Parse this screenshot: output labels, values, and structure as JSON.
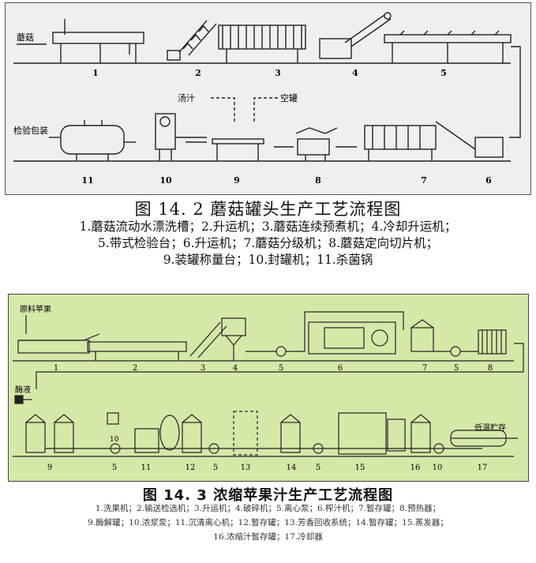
{
  "figure1": {
    "input_label": "蘑菇",
    "soup_label": "汤汁",
    "can_label": "空罐",
    "output_label": "检验包装",
    "numbers": [
      "1",
      "2",
      "3",
      "4",
      "5",
      "6",
      "7",
      "8",
      "9",
      "10",
      "11"
    ],
    "title": "图 14. 2 蘑菇罐头生产工艺流程图",
    "legend_lines": [
      "1.蘑菇流动水漂洗槽；2.升运机；3.蘑菇连续预煮机；4.冷却升运机；",
      "5.带式检验台；6.升运机；7.蘑菇分级机；8.蘑菇定向切片机；",
      "9.装罐称量台；10.封罐机；11.杀菌锅"
    ]
  },
  "figure2": {
    "input_label": "原料苹果",
    "enzyme_label": "酶液",
    "output_label": "低温贮存",
    "numbers_top": [
      "1",
      "2",
      "3",
      "4",
      "5",
      "6",
      "7",
      "5",
      "8"
    ],
    "numbers_bottom": [
      "9",
      "5",
      "11",
      "12",
      "5",
      "13",
      "14",
      "5",
      "15",
      "16",
      "10",
      "17"
    ],
    "mini_label": "10",
    "title": "图 14. 3 浓缩苹果汁生产工艺流程图",
    "legend_lines": [
      "1.洗果机；2.输送检选机；3.升运机；4.破碎机；5.离心泵；6.榨汁机；7.暂存罐；8.预热器；",
      "9.酶解罐；10.浓浆泵；11.沉清离心机；12.暂存罐；13.芳香回收系统；14.暂存罐；15.蒸发器；",
      "16.浓缩汁暂存罐；17.冷却器"
    ]
  }
}
